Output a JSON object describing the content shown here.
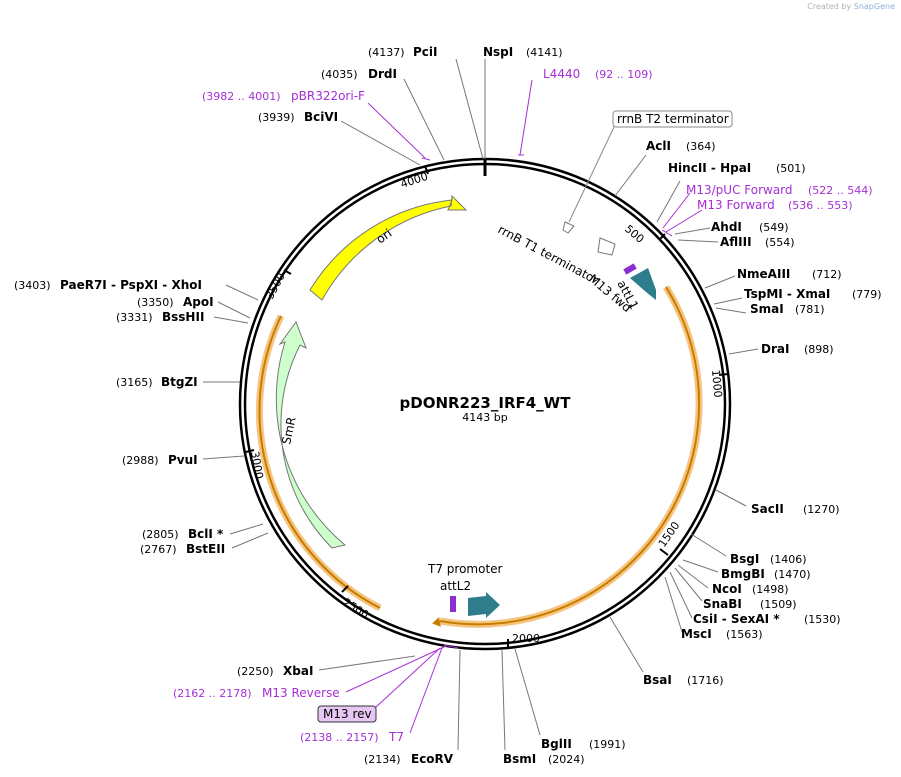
{
  "credit": {
    "prefix": "Created by",
    "brand": "SnapGene"
  },
  "plasmid": {
    "name": "pDONR223_IRF4_WT",
    "size_label": "4143 bp",
    "length": 4143
  },
  "ticks": [
    "500",
    "1000",
    "1500",
    "2000",
    "2500",
    "3000",
    "3500",
    "4000"
  ],
  "sites_right": [
    {
      "name": "AclI",
      "pos": "(364)"
    },
    {
      "name": "HincII  -  HpaI",
      "pos": "(501)"
    },
    {
      "name": "AhdI",
      "pos": "(549)"
    },
    {
      "name": "AflIII",
      "pos": "(554)"
    },
    {
      "name": "NmeAIII",
      "pos": "(712)"
    },
    {
      "name": "TspMI  -  XmaI",
      "pos": "(779)"
    },
    {
      "name": "SmaI",
      "pos": "(781)"
    },
    {
      "name": "DraI",
      "pos": "(898)"
    },
    {
      "name": "SacII",
      "pos": "(1270)"
    },
    {
      "name": "BsgI",
      "pos": "(1406)"
    },
    {
      "name": "BmgBI",
      "pos": "(1470)"
    },
    {
      "name": "NcoI",
      "pos": "(1498)"
    },
    {
      "name": "SnaBI",
      "pos": "(1509)"
    },
    {
      "name": "CsiI  -  SexAI *",
      "pos": "(1530)"
    },
    {
      "name": "MscI",
      "pos": "(1563)"
    },
    {
      "name": "BsaI",
      "pos": "(1716)"
    },
    {
      "name": "BglII",
      "pos": "(1991)"
    },
    {
      "name": "BsmI",
      "pos": "(2024)"
    }
  ],
  "sites_left": [
    {
      "name": "PciI",
      "pos": "(4137)"
    },
    {
      "name": "NspI",
      "pos": "(4141)"
    },
    {
      "name": "DrdI",
      "pos": "(4035)"
    },
    {
      "name": "BciVI",
      "pos": "(3939)"
    },
    {
      "name": "PaeR7I  -  PspXI  -  XhoI",
      "pos": "(3403)"
    },
    {
      "name": "ApoI",
      "pos": "(3350)"
    },
    {
      "name": "BssHII",
      "pos": "(3331)"
    },
    {
      "name": "BtgZI",
      "pos": "(3165)"
    },
    {
      "name": "PvuI",
      "pos": "(2988)"
    },
    {
      "name": "BclI *",
      "pos": "(2805)"
    },
    {
      "name": "BstEII",
      "pos": "(2767)"
    },
    {
      "name": "XbaI",
      "pos": "(2250)"
    },
    {
      "name": "EcoRV",
      "pos": "(2134)"
    }
  ],
  "primers": [
    {
      "name": "L4440",
      "range": "(92 .. 109)"
    },
    {
      "name": "pBR322ori-F",
      "range": "(3982 .. 4001)"
    },
    {
      "name": "M13/pUC Forward",
      "range": "(522 .. 544)"
    },
    {
      "name": "M13 Forward",
      "range": "(536 .. 553)"
    },
    {
      "name": "M13 Reverse",
      "range": "(2162 .. 2178)"
    },
    {
      "name": "T7",
      "range": "(2138 .. 2157)"
    },
    {
      "name": "M13 rev",
      "range": ""
    }
  ],
  "features": {
    "rrnB_T2": "rrnB T2 terminator",
    "rrnB_T1": "rrnB T1 terminator",
    "m13fwd": "M13 fwd",
    "attL1": "attL1",
    "attL2": "attL2",
    "t7": "T7 promoter",
    "ori": "ori",
    "smr": "SmR"
  },
  "colors": {
    "primer": "#a52fd6",
    "ori": "#ffff00",
    "smr": "#ccffcc",
    "att": "#2e7d8c",
    "orange": "#f0a020"
  }
}
